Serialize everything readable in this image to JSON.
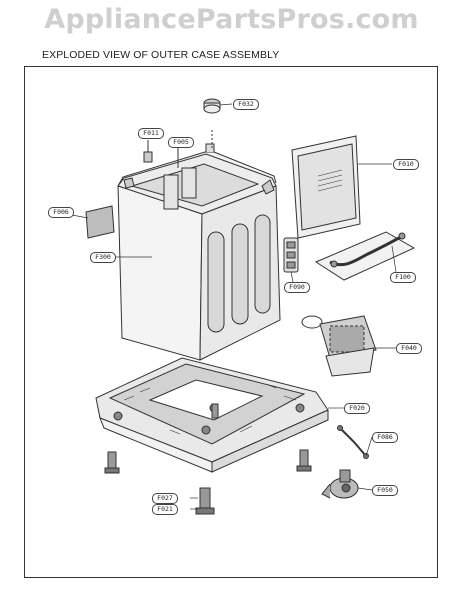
{
  "watermark": "AppliancePartsPros.com",
  "title": "EXPLODED VIEW OF OUTER CASE ASSEMBLY",
  "callouts": {
    "f032": "F032",
    "f011": "F011",
    "f005": "F005",
    "f010": "F010",
    "f006": "F006",
    "f300": "F300",
    "f090": "F090",
    "f100": "F100",
    "f040": "F040",
    "f020": "F020",
    "f086": "F086",
    "f027": "F027",
    "f021": "F021",
    "f050": "F050"
  }
}
